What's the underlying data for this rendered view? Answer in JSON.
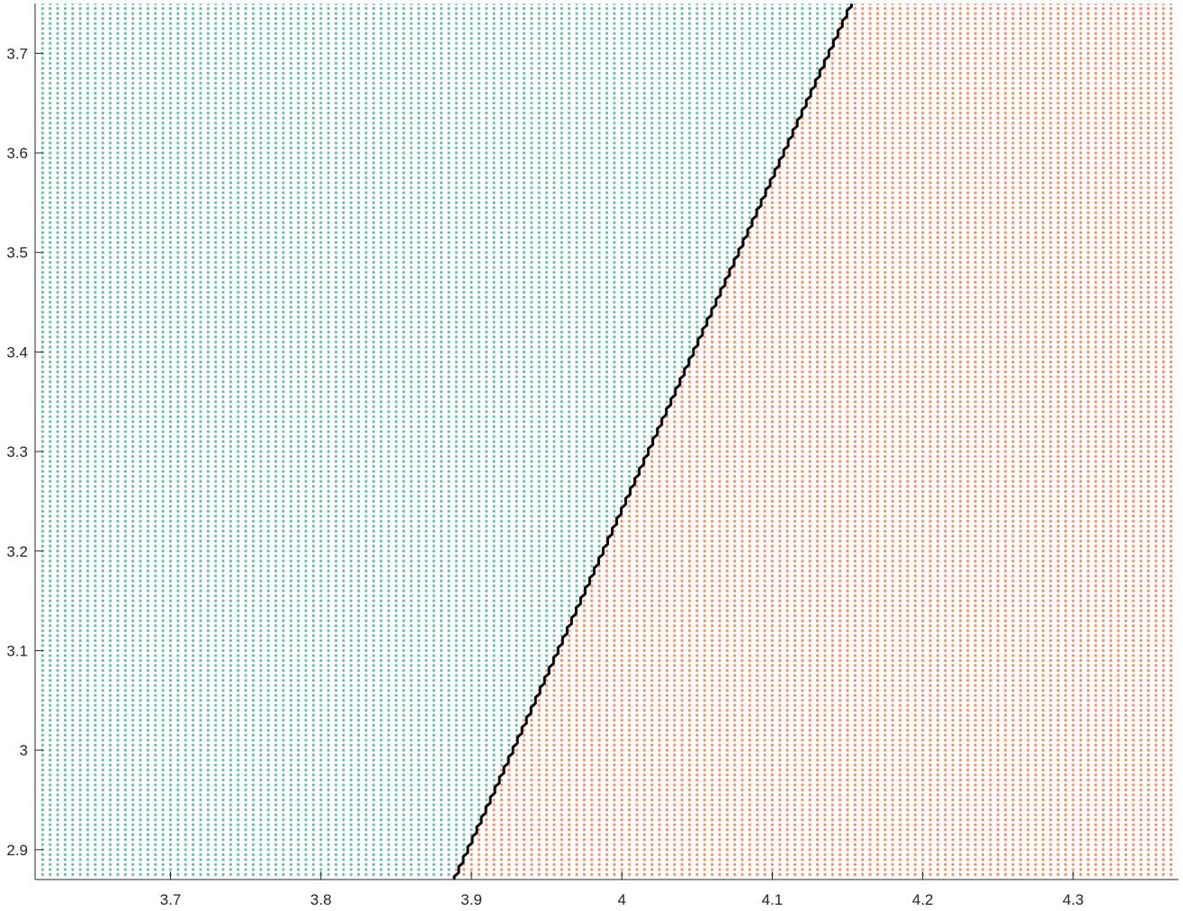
{
  "chart_data": {
    "type": "scatter",
    "title": "",
    "xlabel": "",
    "ylabel": "",
    "xlim": [
      3.61,
      4.37
    ],
    "ylim": [
      2.87,
      3.75
    ],
    "xticks": [
      3.7,
      3.8,
      3.9,
      4.0,
      4.1,
      4.2,
      4.3
    ],
    "xtick_labels": [
      "3.7",
      "3.8",
      "3.9",
      "4",
      "4.1",
      "4.2",
      "4.3"
    ],
    "yticks": [
      2.9,
      3.0,
      3.1,
      3.2,
      3.3,
      3.4,
      3.5,
      3.6,
      3.7
    ],
    "ytick_labels": [
      "2.9",
      "3",
      "3.1",
      "3.2",
      "3.3",
      "3.4",
      "3.5",
      "3.6",
      "3.7"
    ],
    "grid": false,
    "series": [
      {
        "class": "left region",
        "color": "#66c2a5",
        "marker": "dot",
        "grid_points": {
          "x_start": 3.615,
          "x_step": 0.005,
          "x_end": 4.365,
          "y_start": 2.875,
          "y_step": 0.005,
          "y_end": 3.75
        }
      },
      {
        "class": "right region",
        "color": "#fc8d62",
        "marker": "dot",
        "grid_points": {
          "x_start": 3.615,
          "x_step": 0.005,
          "x_end": 4.365,
          "y_start": 2.875,
          "y_step": 0.005,
          "y_end": 3.75
        }
      }
    ],
    "decision_boundary": {
      "color": "#000000",
      "style": "staircase",
      "points": [
        [
          3.888,
          2.87
        ],
        [
          4.152,
          3.75
        ]
      ]
    }
  }
}
